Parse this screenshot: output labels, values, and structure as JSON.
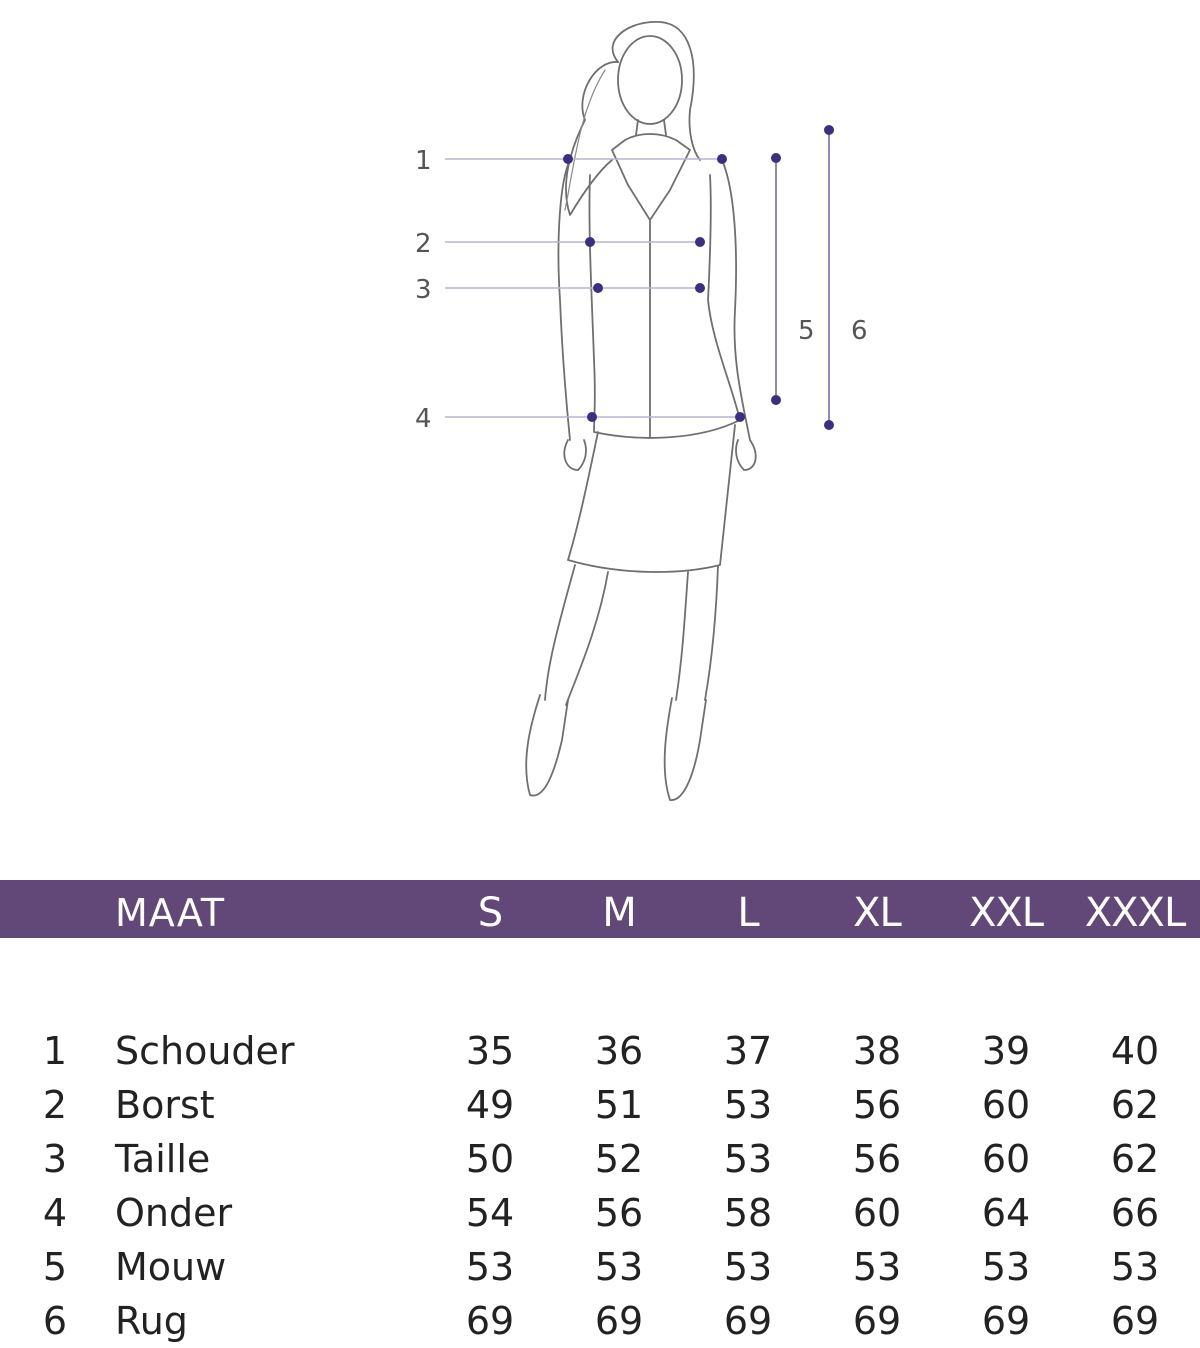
{
  "figure": {
    "markers": [
      "1",
      "2",
      "3",
      "4",
      "5",
      "6"
    ]
  },
  "table": {
    "header": {
      "label": "MAAT",
      "sizes": [
        "S",
        "M",
        "L",
        "XL",
        "XXL",
        "XXXL"
      ]
    },
    "rows": [
      {
        "idx": "1",
        "name": "Schouder",
        "values": [
          "35",
          "36",
          "37",
          "38",
          "39",
          "40"
        ]
      },
      {
        "idx": "2",
        "name": "Borst",
        "values": [
          "49",
          "51",
          "53",
          "56",
          "60",
          "62"
        ]
      },
      {
        "idx": "3",
        "name": "Taille",
        "values": [
          "50",
          "52",
          "53",
          "56",
          "60",
          "62"
        ]
      },
      {
        "idx": "4",
        "name": "Onder",
        "values": [
          "54",
          "56",
          "58",
          "60",
          "64",
          "66"
        ]
      },
      {
        "idx": "5",
        "name": "Mouw",
        "values": [
          "53",
          "53",
          "53",
          "53",
          "53",
          "53"
        ]
      },
      {
        "idx": "6",
        "name": "Rug",
        "values": [
          "69",
          "69",
          "69",
          "69",
          "69",
          "69"
        ]
      }
    ]
  },
  "colors": {
    "header_bg": "#614878",
    "marker_dot": "#3b2f83",
    "guide_line": "#b9b4d6"
  }
}
